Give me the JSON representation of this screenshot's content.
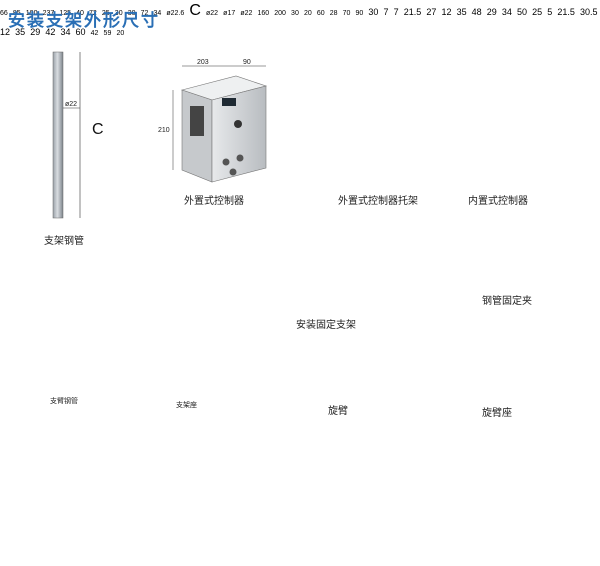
{
  "title": "安装支架外形尺寸",
  "captions": {
    "bracket_pipe": "支架钢管",
    "external_controller": "外置式控制器",
    "external_controller_tray": "外置式控制器托架",
    "internal_controller": "内置式控制器",
    "mount_fixed_bracket": "安装固定支架",
    "pipe_clamp": "钢管固定夹",
    "arm_pipe_small": "支臂钢管",
    "bracket_base_small": "支架座",
    "swing_arm": "旋臂",
    "swing_arm_seat": "旋臂座"
  },
  "dims": {
    "pipe": {
      "d": "ø22",
      "c": "C"
    },
    "ext_ctrl": {
      "w": "203",
      "d": "90",
      "h": "210"
    },
    "tray": {
      "a": "66",
      "b": "85",
      "h1": "100",
      "h2": "237"
    },
    "int_ctrl": {
      "w": "125",
      "h": "40",
      "d": "72"
    },
    "fixed_bracket": {
      "h": "25",
      "a": "30",
      "b": "30"
    },
    "clamp": {
      "w": "72",
      "h": "34",
      "d": "ø22.6"
    },
    "arm": {
      "c": "C",
      "d": "ø22"
    },
    "swing_arm": {
      "d1": "ø17",
      "d2": "ø22",
      "l1": "160",
      "l2": "200",
      "h1": "30",
      "h2": "20"
    },
    "seat": {
      "h": "60",
      "h2": "28",
      "w1": "70",
      "w2": "90"
    },
    "plate_left": {
      "top": "30",
      "s1": "7",
      "s2": "7",
      "r1": "21.5",
      "r2": "27",
      "l1": "12",
      "l2": "35",
      "b1": "48",
      "b2": "29",
      "b3": "34",
      "b4": "50"
    },
    "plate_mid": {
      "a": "25",
      "b": "5",
      "c": "21.5",
      "d": "30.5",
      "e": "12",
      "f": "35",
      "g": "29",
      "h": "42",
      "i": "34",
      "j": "60"
    },
    "pad": {
      "a": "42",
      "b": "59",
      "c": "20"
    }
  }
}
